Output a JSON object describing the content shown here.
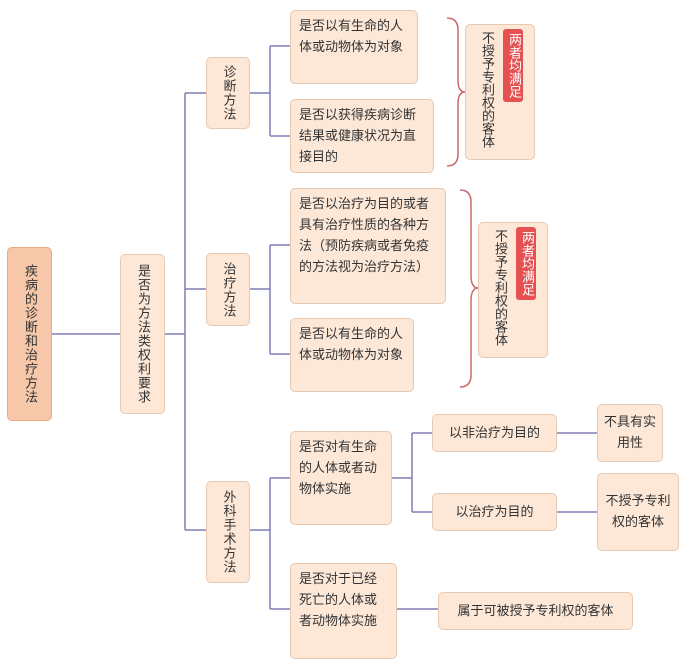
{
  "root": "疾病的诊断和治疗方法",
  "level1": "是否为方法类权利要求",
  "diagnosis": {
    "title": "诊断方法",
    "cond1": "是否以有生命的人体或动物体为对象",
    "cond2": "是否以获得疾病诊断结果或健康状况为直接目的",
    "badge": "两者均满足",
    "result": "不授予专利权的客体"
  },
  "treatment": {
    "title": "治疗方法",
    "cond1": "是否以治疗为目的或者具有治疗性质的各种方法（预防疾病或者免疫的方法视为治疗方法）",
    "cond2": "是否以有生命的人体或动物体为对象",
    "badge": "两者均满足",
    "result": "不授予专利权的客体"
  },
  "surgery": {
    "title": "外科手术方法",
    "cond1": "是否对有生命的人体或者动物体实施",
    "branch1": "以非治疗为目的",
    "branch1_result": "不具有实用性",
    "branch2": "以治疗为目的",
    "branch2_result": "不授予专利权的客体",
    "cond2": "是否对于已经死亡的人体或者动物体实施",
    "cond2_result": "属于可被授予专利权的客体"
  },
  "colors": {
    "node_fill": "#fde8d8",
    "root_fill": "#f6c7a9",
    "line": "#7b7bb5",
    "bracket": "#c96a6a",
    "badge": "#e55050"
  }
}
